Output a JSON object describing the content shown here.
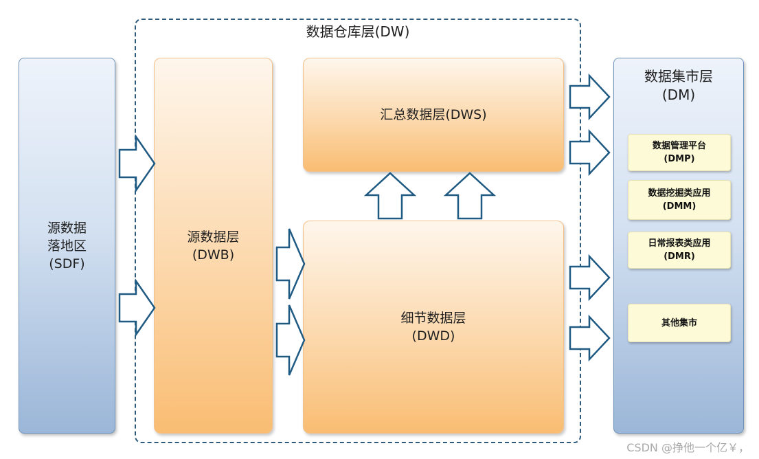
{
  "sdf": {
    "label": "源数据\n落地区\n(SDF)"
  },
  "dw": {
    "title": "数据仓库层(DW)",
    "dwb": {
      "label": "源数据层\n(DWB)"
    },
    "dws": {
      "label": "汇总数据层(DWS)"
    },
    "dwd": {
      "label": "细节数据层\n(DWD)"
    }
  },
  "dm": {
    "title": "数据集市层\n(DM)",
    "items": [
      {
        "name": "数据管理平台",
        "code": "(DMP)"
      },
      {
        "name": "数据挖掘类应用",
        "code": "(DMM)"
      },
      {
        "name": "日常报表类应用",
        "code": "(DMR)"
      },
      {
        "name": "其他集市",
        "code": ""
      }
    ]
  },
  "colors": {
    "arrow_stroke": "#1f5a83",
    "frame_dash": "#2d5a7b",
    "blue_panel": "#9bb6d8",
    "orange_panel": "#f9bd73",
    "yellow_panel": "#fdfbd7"
  },
  "watermark": "CSDN @挣他一个亿￥，"
}
